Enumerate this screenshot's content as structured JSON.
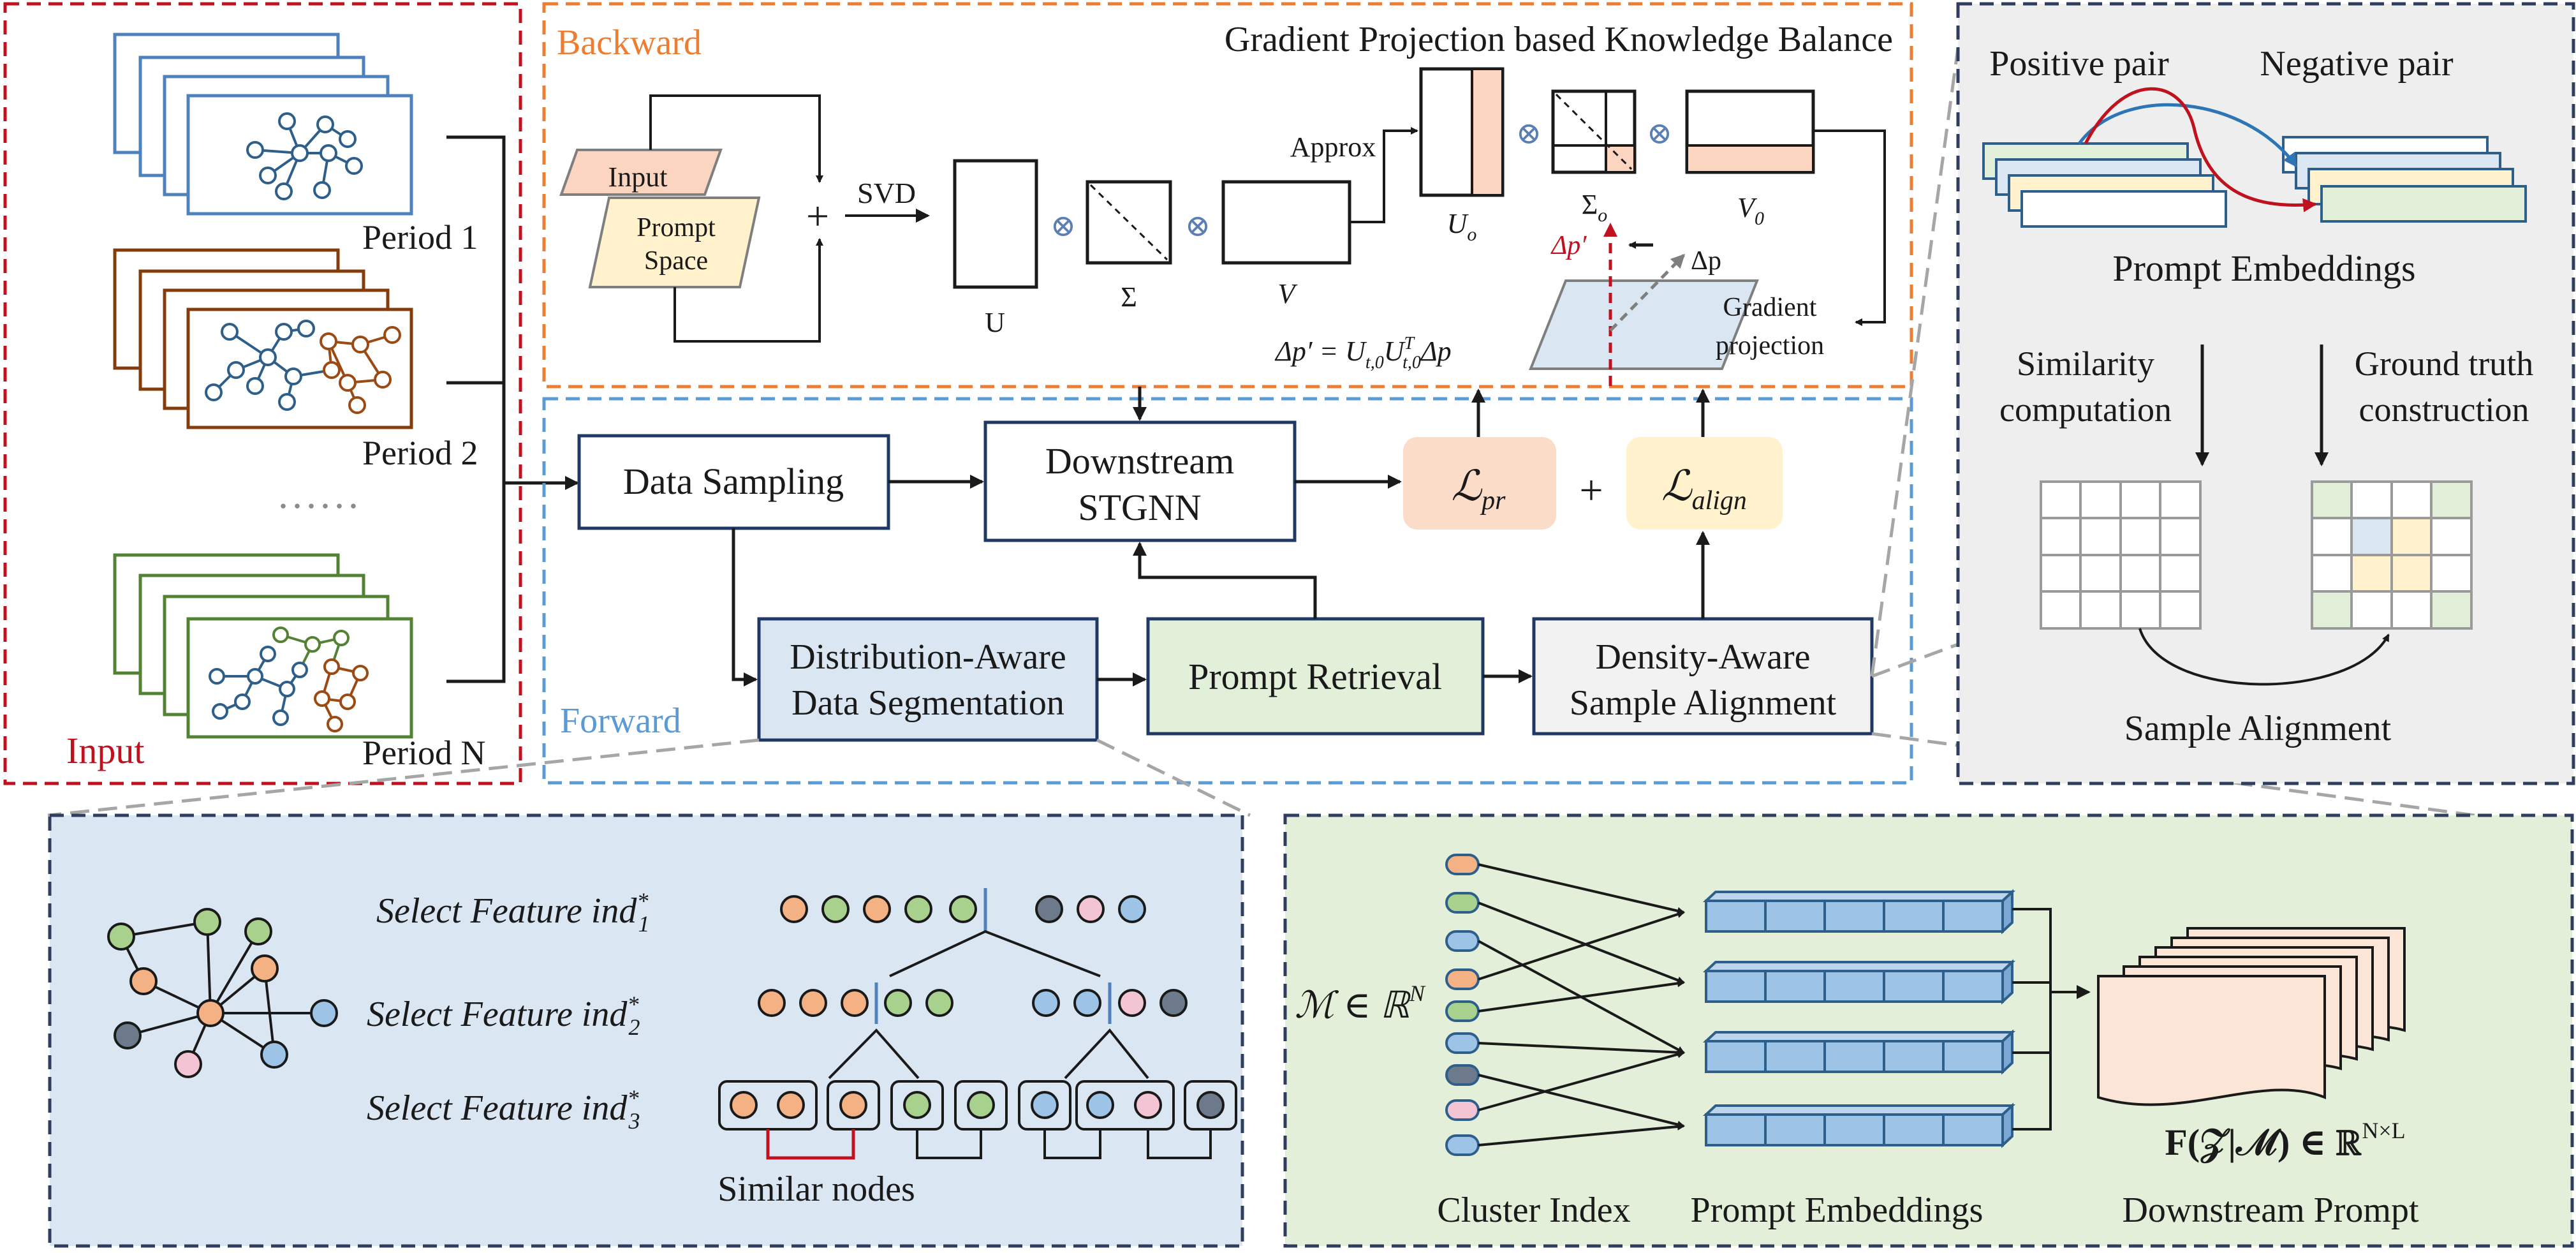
{
  "colors": {
    "input_border": "#c0111f",
    "backward_border": "#ed7d31",
    "forward_border": "#5b9bd5",
    "dark_panel_border": "#2f3e5e",
    "right_panel_bg": "#eeeeee",
    "left_panel_bg": "#dbe6f3",
    "bottom_right_bg": "#e3efd8",
    "node_orange": "#f4b183",
    "node_green": "#a9d18e",
    "node_blue": "#9dc3e6",
    "node_gray": "#6d7a8c",
    "node_pink": "#f2c4d4",
    "red_arrow": "#c0111f",
    "blue_arrow": "#2e75b6"
  },
  "input": {
    "label": "Input",
    "periods": [
      "Period 1",
      "Period 2",
      "Period N"
    ],
    "dots": "......"
  },
  "backward": {
    "label": "Backward",
    "title": "Gradient Projection based Knowledge Balance",
    "input_label": "Input",
    "prompt_space_line1": "Prompt",
    "prompt_space_line2": "Space",
    "plus": "+",
    "svd": "SVD",
    "approx": "Approx",
    "u": "U",
    "sigma": "Σ",
    "v": "V",
    "u_o": "U",
    "u_o_sub": "o",
    "sigma_o": "Σ",
    "sigma_o_sub": "o",
    "v_0": "V",
    "v_0_sub": "0",
    "delta_p_prime": "Δp′",
    "delta_p": "Δp",
    "formula": "Δp′ = U",
    "formula_sub1": "t,0",
    "formula_mid": "U",
    "formula_sub2": "t,0",
    "formula_sup2": "T",
    "formula_end": "Δp",
    "gradient_line1": "Gradient",
    "gradient_line2": "projection",
    "times_symbol": "⊗"
  },
  "forward": {
    "label": "Forward",
    "data_sampling": "Data Sampling",
    "downstream_line1": "Downstream",
    "downstream_line2": "STGNN",
    "loss_pr": "ℒ",
    "loss_pr_sub": "pr",
    "plus": "+",
    "loss_align": "ℒ",
    "loss_align_sub": "align",
    "das_line1": "Distribution-Aware",
    "das_line2": "Data Segmentation",
    "prompt_retrieval": "Prompt Retrieval",
    "dsa_line1": "Density-Aware",
    "dsa_line2": "Sample Alignment"
  },
  "right_panel": {
    "positive_pair": "Positive pair",
    "negative_pair": "Negative pair",
    "prompt_embeddings": "Prompt Embeddings",
    "similarity_line1": "Similarity",
    "similarity_line2": "computation",
    "ground_truth_line1": "Ground truth",
    "ground_truth_line2": "construction",
    "sample_alignment": "Sample Alignment"
  },
  "bottom_left": {
    "select_prefix": "Select Feature ",
    "select_var": "ind",
    "select_sup": "*",
    "select_subs": [
      "1",
      "2",
      "3"
    ],
    "similar_nodes": "Similar nodes"
  },
  "bottom_right": {
    "m_symbol": "ℳ ∈ ℝ",
    "m_sup": "N",
    "cluster_index": "Cluster Index",
    "prompt_embeddings": "Prompt Embeddings",
    "f_formula": "F(𝒵|ℳ) ∈ ℝ",
    "f_sup": "N×L",
    "downstream_prompt": "Downstream Prompt"
  }
}
